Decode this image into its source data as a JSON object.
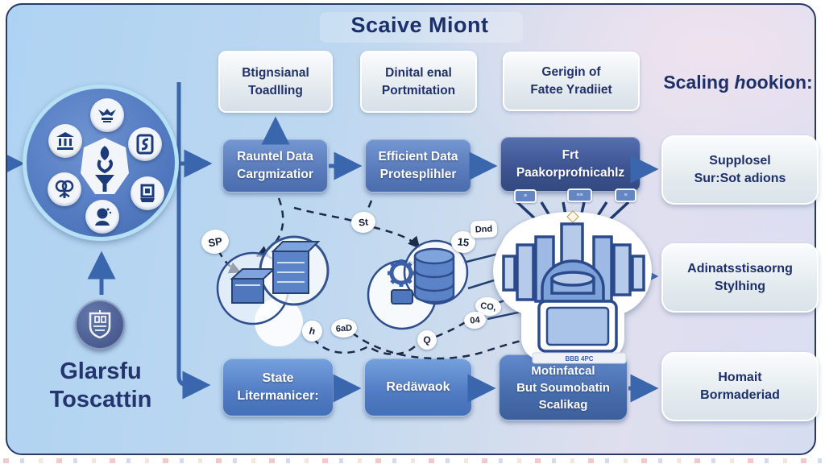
{
  "title": "Scaive Miont",
  "right_heading": {
    "pre": "Scaling ",
    "italic": "h",
    "post": "ookion:"
  },
  "top_row": [
    {
      "line1": "Btignsianal",
      "line2": "Toadlling"
    },
    {
      "line1": "Dinital enal",
      "line2": "Portmitation"
    },
    {
      "line1": "Gerigin of",
      "line2": "Fatee Yradiiet"
    }
  ],
  "mid_row": [
    {
      "line1": "Rauntel Data",
      "line2": "Cargmizatior"
    },
    {
      "line1": "Efficient Data",
      "line2": "Protesplihler"
    },
    {
      "line1": "Frt",
      "line2": "Paakorprofnicahlz"
    }
  ],
  "bottom_row": [
    {
      "line1": "State",
      "line2": "Litermanicer:"
    },
    {
      "line1": "Redäwaok"
    },
    {
      "line1": "Motinfatcal",
      "line2": "But Soumobatin",
      "line3": "Scalikag"
    }
  ],
  "right_column": [
    {
      "line1": "Supplosel",
      "line2": "Sur:Sot adions"
    },
    {
      "line1": "Adinatsstisaorng",
      "line2": "Stylhing"
    },
    {
      "line1": "Homait",
      "line2": "Bormaderiad"
    }
  ],
  "left_panel": {
    "caption_line1": "Glarsfu",
    "caption_line2": "Toscattin"
  },
  "chips": {
    "sp": "SP",
    "st": "St",
    "h": "h",
    "sixad": "6aD",
    "fifteen": "15",
    "dnd": "Dnd",
    "co": "CO,",
    "o4": "04",
    "q": "Q"
  },
  "mini_badges": [
    "≡",
    "≡≡",
    "≡"
  ],
  "machine_label": "BBB 4PC",
  "icons": {
    "hub_ring": [
      "institution",
      "eagle",
      "document",
      "brain",
      "frame",
      "bust"
    ],
    "hub_center": "shield-funnel",
    "clusters": [
      "cube",
      "server",
      "gear",
      "database",
      "machine"
    ],
    "badge": "crest-emblem"
  },
  "colors": {
    "background_left": "#aed3f2",
    "background_right": "#e9e1ee",
    "arrow": "#3a66ad",
    "navy_text": "#1d3069",
    "box_blue": "#4b6dad",
    "box_blue_dark": "#33497f",
    "hub_fill": "#5b84c8",
    "hub_ring": "#b5e0f5"
  }
}
